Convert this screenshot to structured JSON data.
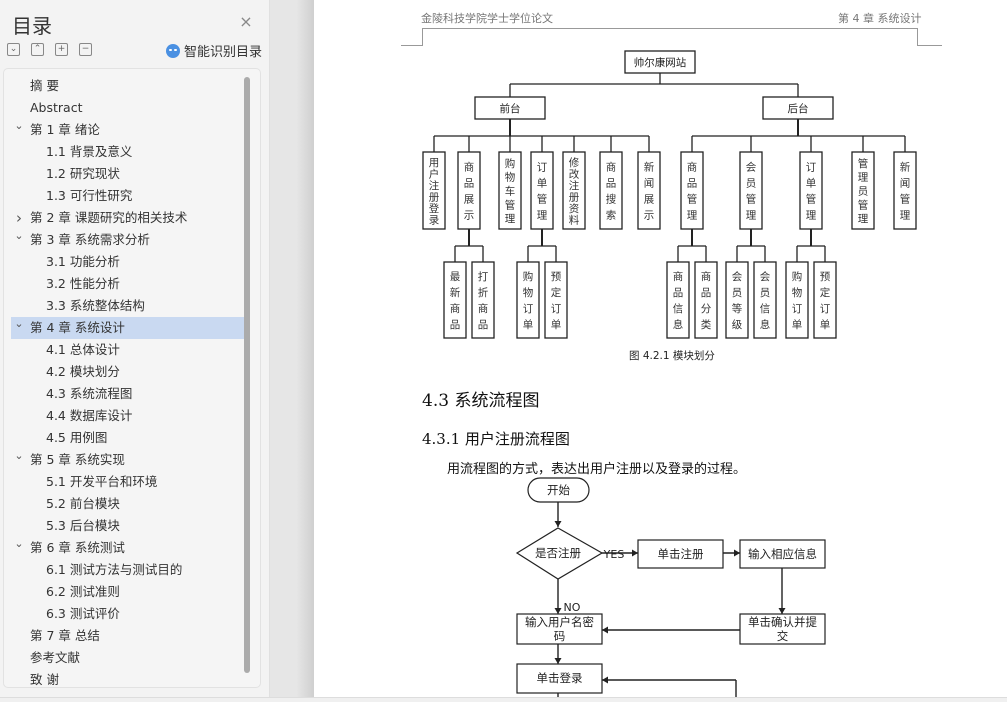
{
  "sidebar": {
    "title": "目录",
    "close_icon": "×",
    "tools": [
      {
        "name": "expand-all",
        "glyph": "⌄"
      },
      {
        "name": "collapse-all",
        "glyph": "⌃"
      },
      {
        "name": "add-item",
        "glyph": "+"
      },
      {
        "name": "remove-item",
        "glyph": "−"
      }
    ],
    "smart_toc_label": "智能识别目录",
    "toc": [
      {
        "label": "摘 要",
        "level": 1,
        "caret": ""
      },
      {
        "label": "Abstract",
        "level": 1,
        "caret": ""
      },
      {
        "label": "第 1 章  绪论",
        "level": 1,
        "caret": "v"
      },
      {
        "label": "1.1 背景及意义",
        "level": 2,
        "caret": ""
      },
      {
        "label": "1.2  研究现状",
        "level": 2,
        "caret": ""
      },
      {
        "label": "1.3  可行性研究",
        "level": 2,
        "caret": ""
      },
      {
        "label": "第 2 章  课题研究的相关技术",
        "level": 1,
        "caret": ">"
      },
      {
        "label": "第 3 章  系统需求分析",
        "level": 1,
        "caret": "v"
      },
      {
        "label": "3.1  功能分析",
        "level": 2,
        "caret": ""
      },
      {
        "label": "3.2  性能分析",
        "level": 2,
        "caret": ""
      },
      {
        "label": "3.3  系统整体结构",
        "level": 2,
        "caret": ""
      },
      {
        "label": "第 4 章  系统设计",
        "level": 1,
        "caret": "v",
        "selected": true
      },
      {
        "label": "4.1  总体设计",
        "level": 2,
        "caret": ""
      },
      {
        "label": "4.2  模块划分",
        "level": 2,
        "caret": ""
      },
      {
        "label": "4.3 系统流程图",
        "level": 2,
        "caret": ""
      },
      {
        "label": "4.4  数据库设计",
        "level": 2,
        "caret": ""
      },
      {
        "label": "4.5  用例图",
        "level": 2,
        "caret": ""
      },
      {
        "label": "第 5 章  系统实现",
        "level": 1,
        "caret": "v"
      },
      {
        "label": "5.1  开发平台和环境",
        "level": 2,
        "caret": ""
      },
      {
        "label": "5.2  前台模块",
        "level": 2,
        "caret": ""
      },
      {
        "label": "5.3  后台模块",
        "level": 2,
        "caret": ""
      },
      {
        "label": "第 6 章  系统测试",
        "level": 1,
        "caret": "v"
      },
      {
        "label": "6.1  测试方法与测试目的",
        "level": 2,
        "caret": ""
      },
      {
        "label": "6.2  测试准则",
        "level": 2,
        "caret": ""
      },
      {
        "label": "6.3  测试评价",
        "level": 2,
        "caret": ""
      },
      {
        "label": "第 7 章  总结",
        "level": 1,
        "caret": ""
      },
      {
        "label": "参考文献",
        "level": 1,
        "caret": ""
      },
      {
        "label": "致  谢",
        "level": 1,
        "caret": ""
      }
    ]
  },
  "page": {
    "header_left": "金陵科技学院学士学位论文",
    "header_right": "第 4 章  系统设计",
    "module_diagram": {
      "root": "帅尔康网站",
      "front": {
        "label": "前台",
        "children": [
          {
            "label": "用户注册登录",
            "children": []
          },
          {
            "label": "商品展示",
            "children": [
              "最新商品",
              "打折商品"
            ]
          },
          {
            "label": "购物车管理",
            "children": []
          },
          {
            "label": "订单管理",
            "children": [
              "购物订单",
              "预定订单"
            ]
          },
          {
            "label": "修改注册资料",
            "children": []
          },
          {
            "label": "商品搜索",
            "children": []
          },
          {
            "label": "新闻展示",
            "children": []
          }
        ]
      },
      "back": {
        "label": "后台",
        "children": [
          {
            "label": "商品管理",
            "children": [
              "商品信息",
              "商品分类"
            ]
          },
          {
            "label": "会员管理",
            "children": [
              "会员等级",
              "会员信息"
            ]
          },
          {
            "label": "订单管理",
            "children": [
              "购物订单",
              "预定订单"
            ]
          },
          {
            "label": "管理员管理",
            "children": []
          },
          {
            "label": "新闻管理",
            "children": []
          }
        ]
      }
    },
    "figure_caption": "图 4.2.1  模块划分",
    "section_heading": "4.3 系统流程图",
    "subsection_heading": "4.3.1 用户注册流程图",
    "paragraph": "用流程图的方式，表达出用户注册以及登录的过程。",
    "flowchart": {
      "start": "开始",
      "decision": "是否注册",
      "yes_label": "YES",
      "no_label": "NO",
      "click_register": "单击注册",
      "input_info": "输入相应信息",
      "input_credentials": "输入用户名密码",
      "confirm_submit": "单击确认并提交",
      "click_login": "单击登录"
    }
  }
}
